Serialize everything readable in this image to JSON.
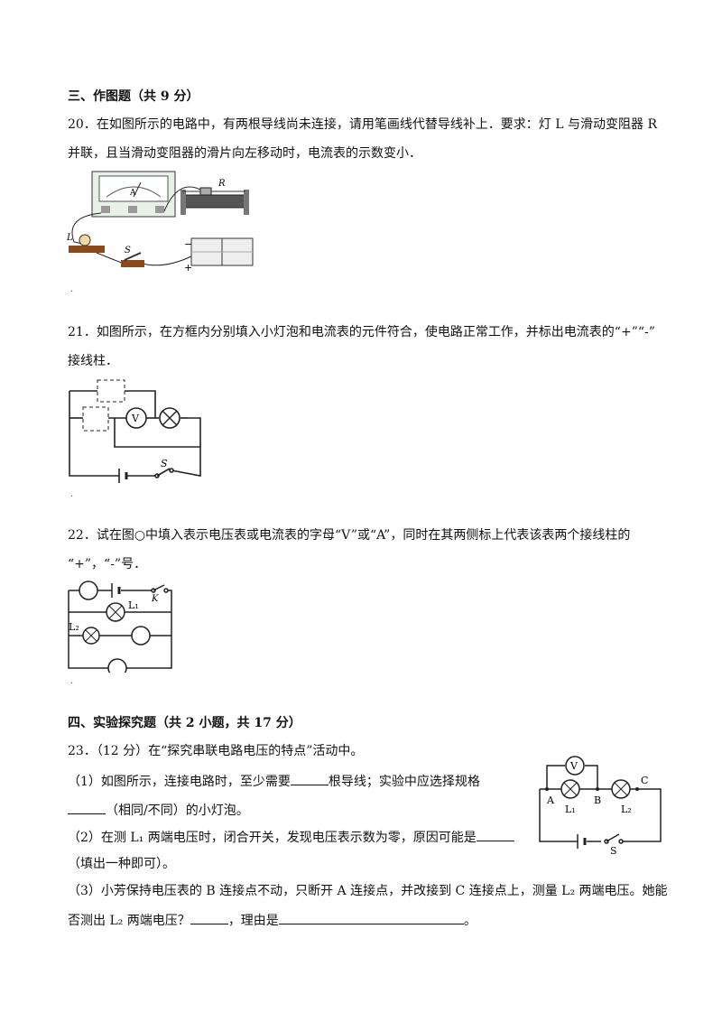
{
  "sections": {
    "s3_title": "三、作图题（共 9 分）",
    "s4_title": "四、实验探究题（共 2 小题，共 17 分）"
  },
  "q20": {
    "line1": "20．在如图所示的电路中，有两根导线尚未连接，请用笔画线代替导线补上．要求：灯 L 与滑动变阻器 R",
    "line2": "并联，且当滑动变阻器的滑片向左移动时，电流表的示数变小．",
    "fig_labels": {
      "ammeter": "A",
      "lamp": "L",
      "rheostat": "R",
      "switch": "S",
      "minus": "−",
      "plus": "+"
    }
  },
  "q21": {
    "line1": "21．如图所示，在方框内分别填入小灯泡和电流表的元件符合，使电路正常工作，并标出电流表的“+”“-”",
    "line2": "接线柱．",
    "fig_labels": {
      "voltmeter": "V",
      "switch": "S"
    }
  },
  "q22": {
    "line1": "22．试在图○中填入表示电压表或电流表的字母“V”或“A”，同时在其两侧标上代表该表两个接线柱的",
    "line2": "“+”，“-”号．",
    "fig_labels": {
      "switch": "K",
      "lamp1": "L₁",
      "lamp2": "L₂"
    }
  },
  "q23": {
    "head": "23．（12 分）在“探究串联电路电压的特点”活动中。",
    "p1a": "（1）如图所示，连接电路时，至少需要",
    "p1b": "根导线；实验中应选择规格",
    "p1c": "（相同/不同）的小灯泡。",
    "p2a": "（2）在测 L₁ 两端电压时，闭合开关，发现电压表示数为零，原因可能是",
    "p2b": "（填出一种即可）。",
    "p3a": "（3）小芳保持电压表的 B 连接点不动，只断开 A 连接点，并改接到 C 连接点上，测量 L₂ 两端电压。她能",
    "p3b": "否测出 L₂ 两端电压？",
    "p3c": "，理由是",
    "p3d": "。",
    "fig_labels": {
      "voltmeter": "V",
      "A": "A",
      "B": "B",
      "C": "C",
      "L1": "L₁",
      "L2": "L₂",
      "S": "S"
    }
  }
}
